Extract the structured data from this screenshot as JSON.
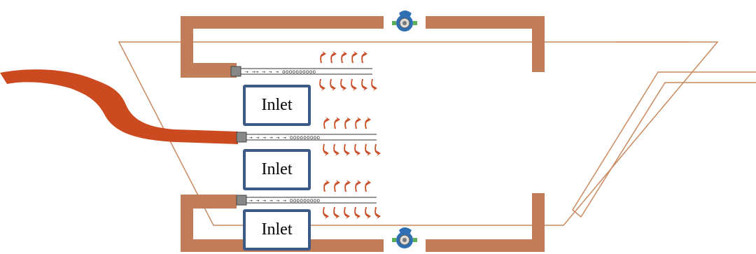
{
  "inlets": [
    {
      "label": "Inlet"
    },
    {
      "label": "Inlet"
    },
    {
      "label": "Inlet"
    }
  ],
  "colors": {
    "furnace_wall": "#c17c5a",
    "outline": "#c98a5e",
    "fuel_pipe": "#cc4a20",
    "flame": "#c8502a",
    "box_border": "#3d5a86",
    "fan_body": "#2f6fb3",
    "fan_blade": "#5db05a"
  },
  "icons": [
    "fan-icon",
    "burner-icon",
    "flame-icon",
    "arrow-icon"
  ]
}
